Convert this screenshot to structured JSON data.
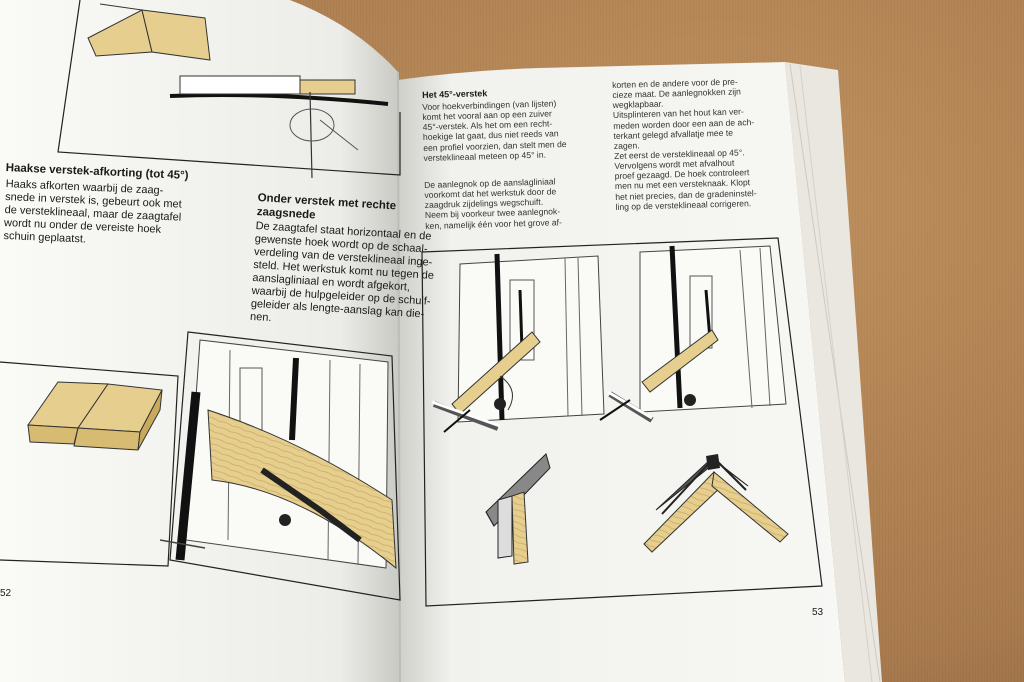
{
  "left_page": {
    "heading": "Haakse verstek-afkorting (tot 45°)",
    "body_lines": [
      "Haaks afkorten waarbij de zaag-",
      "snede in verstek is, gebeurt ook met",
      "de versteklineaal, maar de zaagtafel",
      "wordt nu onder de vereiste hoek",
      "schuin geplaatst."
    ],
    "column2_heading_lines": [
      "Onder verstek met rechte",
      "zaagsnede"
    ],
    "column2_body_lines": [
      "De zaagtafel staat horizontaal en de",
      "gewenste hoek wordt op de schaal-",
      "verdeling van de versteklineaal inge-",
      "steld. Het werkstuk komt nu tegen de",
      "aanslagliniaal en wordt afgekort,",
      "waarbij de hulpgeleider op de schuif-",
      "geleider als lengte-aanslag kan die-",
      "nen."
    ],
    "page_number": "52"
  },
  "right_page": {
    "heading": "Het 45°-verstek",
    "col1_lines": [
      "Voor hoekverbindingen (van lijsten)",
      "komt het vooral aan op een zuiver",
      "45°-verstek. Als het om een recht-",
      "hoekige lat gaat, dus niet reeds van",
      "een profiel voorzien, dan stelt men de",
      "versteklineaal meteen op 45° in."
    ],
    "col1b_lines": [
      "De aanlegnok op de aanslagliniaal",
      "voorkomt dat het werkstuk door de",
      "zaagdruk zijdelings wegschuift.",
      "Neem bij voorkeur twee aanlegnok-",
      "ken, namelijk één voor het grove af-"
    ],
    "col2_lines": [
      "korten en de andere voor de pre-",
      "cieze maat. De aanlegnokken zijn",
      "wegklapbaar.",
      "Uitsplinteren van het hout kan ver-",
      "meden worden door een aan de ach-",
      "terkant gelegd afvallatje mee te",
      "zagen.",
      "Zet eerst de versteklineaal op 45°.",
      "Vervolgens wordt met afvalhout",
      "proef gezaagd. De hoek controleert",
      "men nu met een versteknaak. Klopt",
      "het niet precies, dan de gradeninstel-",
      "ling op de versteklineaal corrigeren."
    ],
    "page_number": "53"
  },
  "colors": {
    "background": "#b5865a",
    "paper": "#f4f4f0",
    "wood": "#e6cf8e",
    "ink": "#1a1a1a"
  }
}
